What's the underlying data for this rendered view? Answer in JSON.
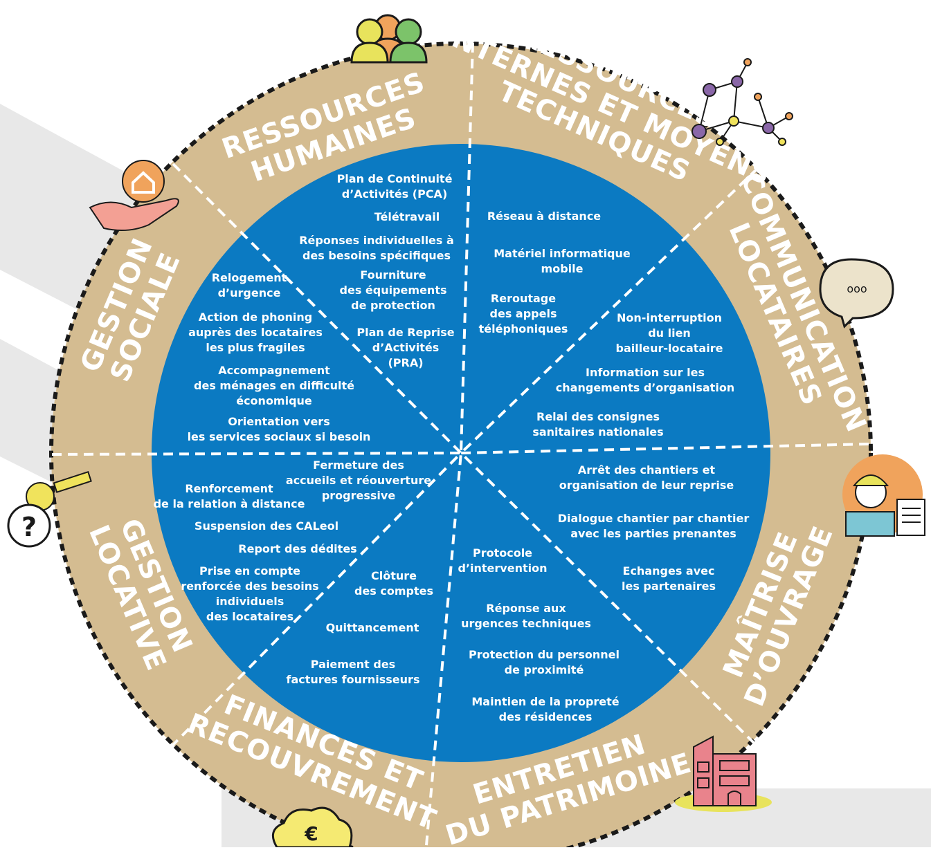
{
  "colors": {
    "ring": "#d4bc91",
    "disc": "#0b7ac2",
    "text": "#ffffff",
    "divider": "#ffffff",
    "outline": "#1a1a1a",
    "backdrop": "#e6e6e6"
  },
  "sectors": [
    {
      "id": "ressources-humaines",
      "icon": "people-group-icon",
      "label_lines": [
        "RESSOURCES",
        "HUMAINES"
      ],
      "items": [
        {
          "lines": [
            "Plan de Continuité",
            "d’Activités (PCA)"
          ]
        },
        {
          "lines": [
            "Télétravail"
          ]
        },
        {
          "lines": [
            "Réponses individuelles à",
            "des besoins spécifiques"
          ]
        },
        {
          "lines": [
            "Fourniture",
            "des équipements",
            "de protection"
          ]
        },
        {
          "lines": [
            "Plan de Reprise",
            "d’Activités",
            "(PRA)"
          ]
        }
      ]
    },
    {
      "id": "ressources-internes",
      "icon": "network-nodes-icon",
      "label_lines": [
        "RESSOURCES",
        "INTERNES ET MOYENS",
        "TECHNIQUES"
      ],
      "items": [
        {
          "lines": [
            "Réseau à distance"
          ]
        },
        {
          "lines": [
            "Matériel informatique",
            "mobile"
          ]
        },
        {
          "lines": [
            "Reroutage",
            "des appels",
            "téléphoniques"
          ]
        }
      ]
    },
    {
      "id": "communication-locataires",
      "icon": "speech-bubble-icon",
      "label_lines": [
        "COMMUNICATION",
        "LOCATAIRES"
      ],
      "items": [
        {
          "lines": [
            "Non-interruption",
            "du lien",
            "bailleur-locataire"
          ]
        },
        {
          "lines": [
            "Information sur les",
            "changements d’organisation"
          ]
        },
        {
          "lines": [
            "Relai des consignes",
            "sanitaires nationales"
          ]
        }
      ]
    },
    {
      "id": "maitrise-ouvrage",
      "icon": "construction-worker-icon",
      "label_lines": [
        "MAÎTRISE",
        "D’OUVRAGE"
      ],
      "items": [
        {
          "lines": [
            "Arrêt des chantiers et",
            "organisation de leur reprise"
          ]
        },
        {
          "lines": [
            "Dialogue chantier par chantier",
            "avec les parties prenantes"
          ]
        },
        {
          "lines": [
            "Echanges avec",
            "les partenaires"
          ]
        }
      ]
    },
    {
      "id": "entretien-patrimoine",
      "icon": "building-icon",
      "label_lines": [
        "ENTRETIEN",
        "DU PATRIMOINE"
      ],
      "items": [
        {
          "lines": [
            "Protocole",
            "d’intervention"
          ]
        },
        {
          "lines": [
            "Réponse aux",
            "urgences techniques"
          ]
        },
        {
          "lines": [
            "Protection du personnel",
            "de proximité"
          ]
        },
        {
          "lines": [
            "Maintien de la propreté",
            "des résidences"
          ]
        }
      ]
    },
    {
      "id": "finances-recouvrement",
      "icon": "euro-cloud-icon",
      "label_lines": [
        "FINANCES ET",
        "RECOUVREMENT"
      ],
      "items": [
        {
          "lines": [
            "Clôture",
            "des comptes"
          ]
        },
        {
          "lines": [
            "Quittancement"
          ]
        },
        {
          "lines": [
            "Paiement des",
            "factures fournisseurs"
          ]
        }
      ]
    },
    {
      "id": "gestion-locative",
      "icon": "key-question-icon",
      "label_lines": [
        "GESTION",
        "LOCATIVE"
      ],
      "items": [
        {
          "lines": [
            "Fermeture des",
            "accueils et réouverture",
            "progressive"
          ]
        },
        {
          "lines": [
            "Renforcement",
            "de la relation à distance"
          ]
        },
        {
          "lines": [
            "Suspension des CALeol"
          ]
        },
        {
          "lines": [
            "Report des dédites"
          ]
        },
        {
          "lines": [
            "Prise en compte",
            "renforcée des besoins",
            "individuels",
            "des locataires"
          ]
        }
      ]
    },
    {
      "id": "gestion-sociale",
      "icon": "hand-house-icon",
      "label_lines": [
        "GESTION",
        "SOCIALE"
      ],
      "items": [
        {
          "lines": [
            "Relogement",
            "d’urgence"
          ]
        },
        {
          "lines": [
            "Action de phoning",
            "auprès des locataires",
            "les plus fragiles"
          ]
        },
        {
          "lines": [
            "Accompagnement",
            "des ménages en difficulté",
            "économique"
          ]
        },
        {
          "lines": [
            "Orientation vers",
            "les services sociaux si besoin"
          ]
        }
      ]
    }
  ],
  "icons": {
    "euro_symbol": "€",
    "question_symbol": "?",
    "speech_dots": "ooo"
  }
}
